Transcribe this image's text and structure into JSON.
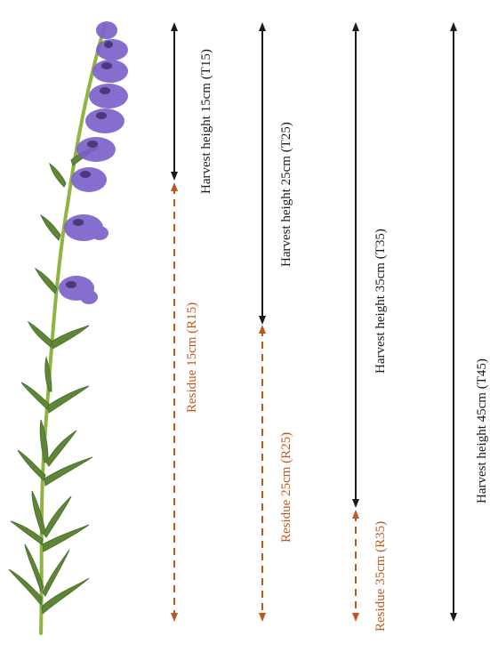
{
  "colors": {
    "harvest": "#1a1a1a",
    "residue": "#c0581e",
    "stem": "#8fb443",
    "leaf": "#5f8636",
    "flower": "#7a5fc9"
  },
  "illustration": {
    "icon": "hyssop-plant-icon"
  },
  "harvest": [
    {
      "label": "Harvest height 15cm (T15)"
    },
    {
      "label": "Harvest height 25cm (T25)"
    },
    {
      "label": "Harvest height 35cm (T35)"
    },
    {
      "label": "Harvest height 45cm (T45)"
    }
  ],
  "residue": [
    {
      "label": "Residue 15cm (R15)"
    },
    {
      "label": "Residue 25cm (R25)"
    },
    {
      "label": "Residue 35cm (R35)"
    }
  ]
}
